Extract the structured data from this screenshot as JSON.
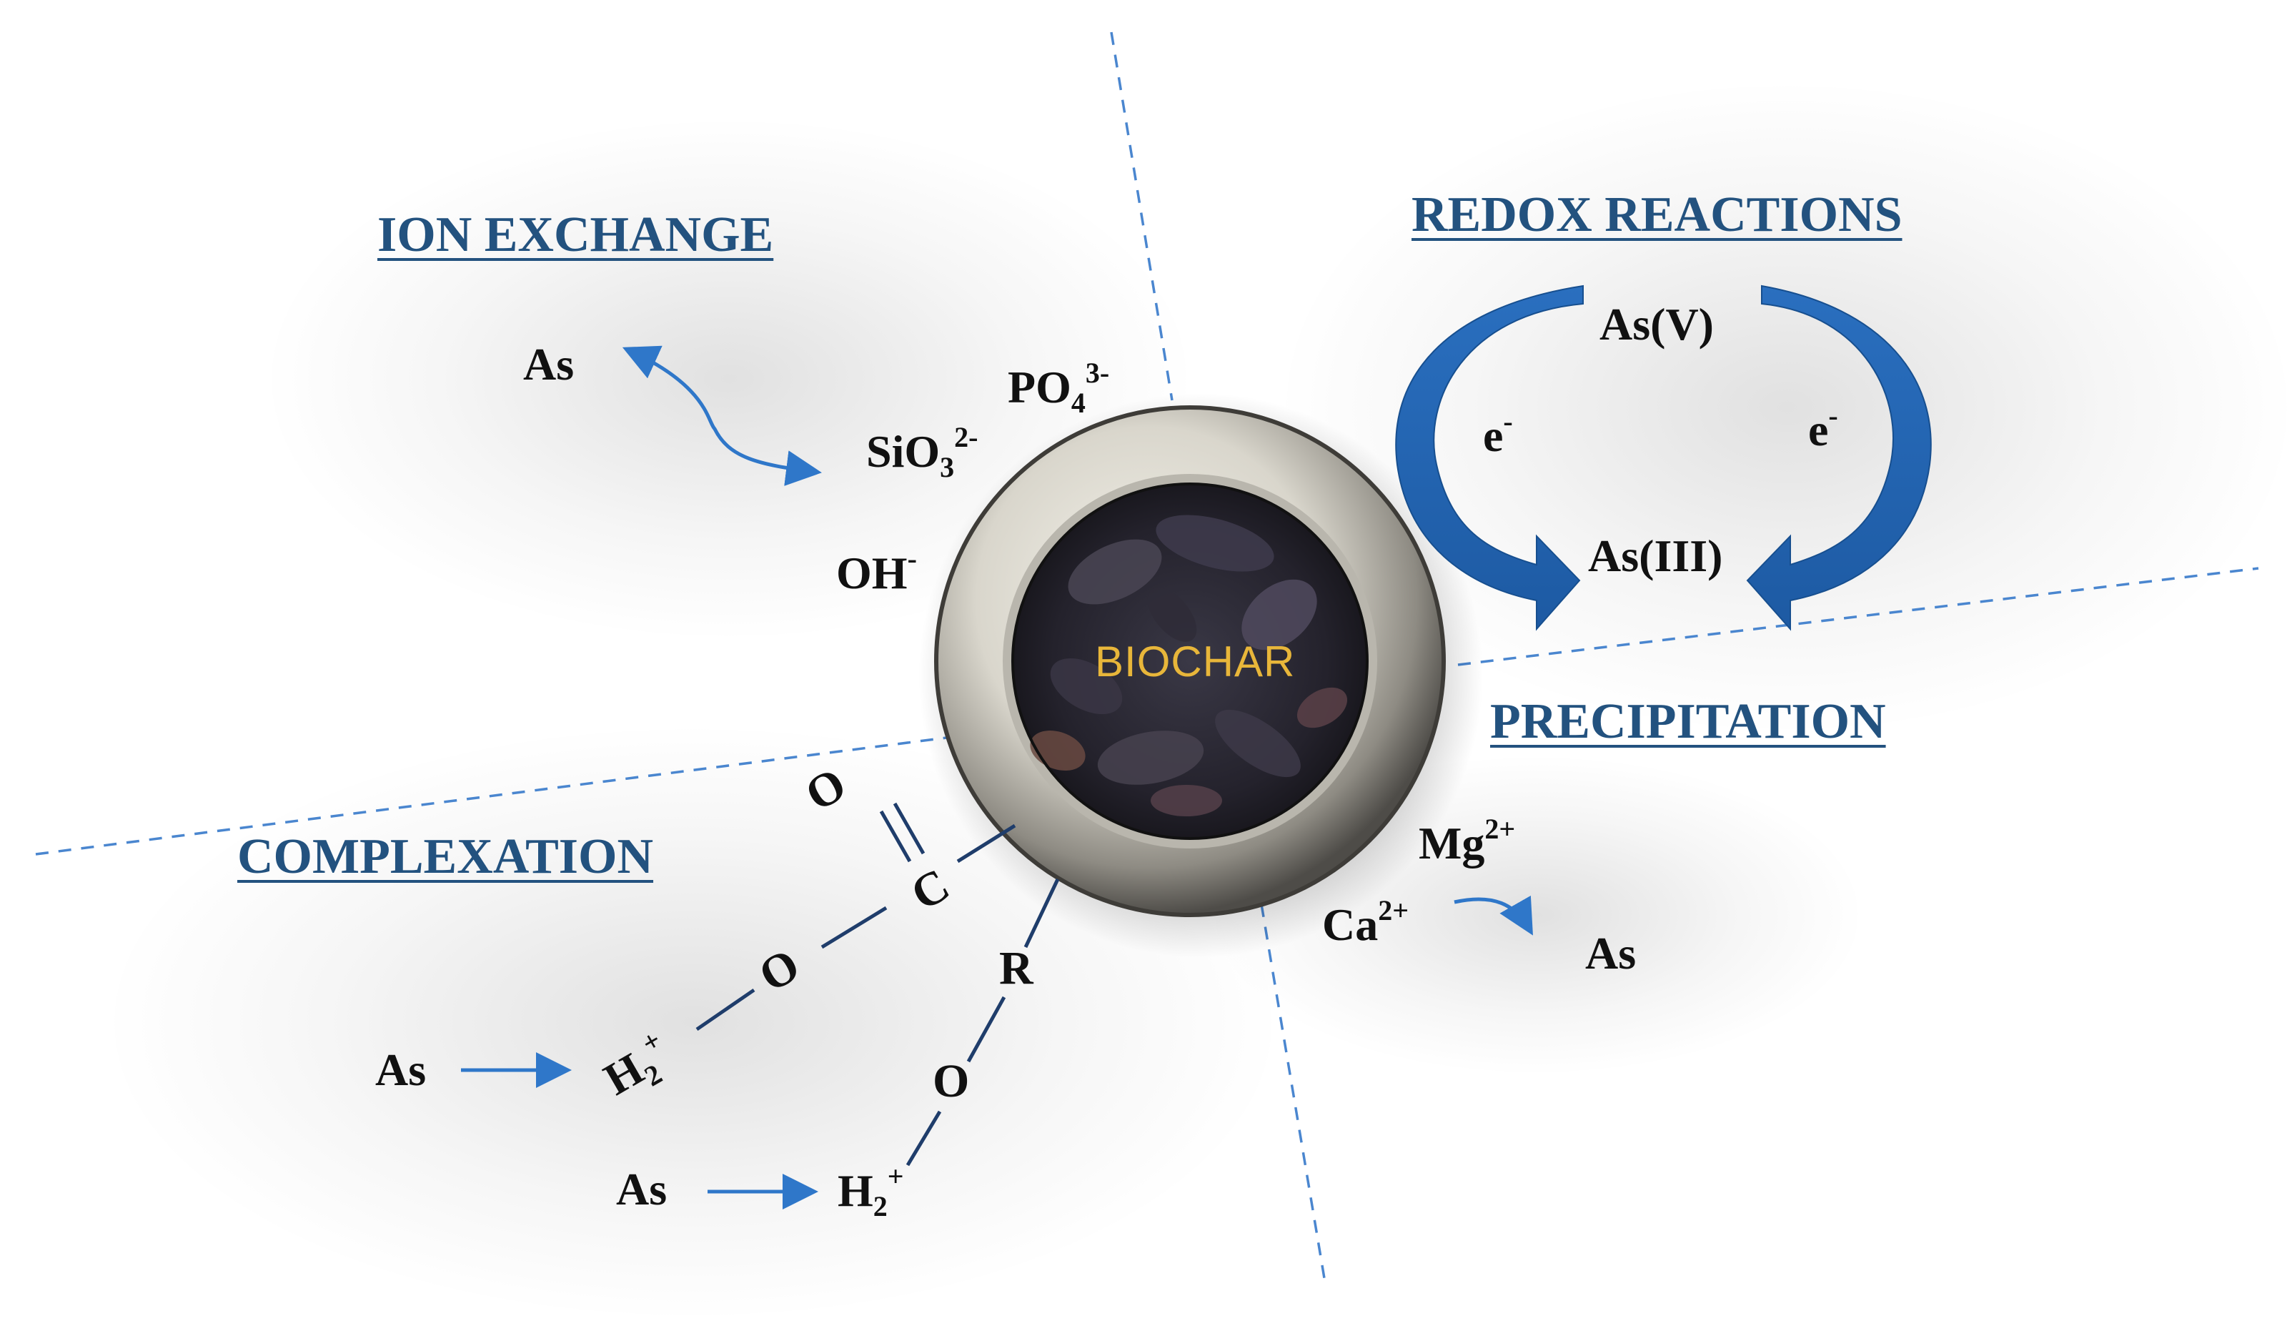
{
  "core": {
    "label": "BIOCHAR"
  },
  "headings": {
    "ion_exchange": "ION EXCHANGE",
    "redox": "REDOX REACTIONS",
    "precipitation": "PRECIPITATION",
    "complexation": "COMPLEXATION"
  },
  "ion_exchange": {
    "as": "As",
    "po4": "PO",
    "po4_sub": "4",
    "po4_sup": "3-",
    "sio3": "SiO",
    "sio3_sub": "3",
    "sio3_sup": "2-",
    "oh": "OH",
    "oh_sup": "-"
  },
  "redox": {
    "as5": "As(V)",
    "as3": "As(III)",
    "e_left": "e",
    "e_left_sup": "-",
    "e_right": "e",
    "e_right_sup": "-"
  },
  "precipitation": {
    "mg": "Mg",
    "mg_sup": "2+",
    "ca": "Ca",
    "ca_sup": "2+",
    "as": "As"
  },
  "complexation": {
    "o_double": "O",
    "c": "C",
    "o_single": "O",
    "r": "R",
    "o_lower": "O",
    "h2_upper": "H",
    "h2_upper_sub": "2",
    "h2_upper_sup": "+",
    "h2_lower": "H",
    "h2_lower_sub": "2",
    "h2_lower_sup": "+",
    "as_upper": "As",
    "as_lower": "As"
  },
  "colors": {
    "heading": "#23527f",
    "arrow": "#2f77c9",
    "bond": "#1f3d6b",
    "divider": "#4a86cf",
    "core_label": "#e8b63a"
  }
}
